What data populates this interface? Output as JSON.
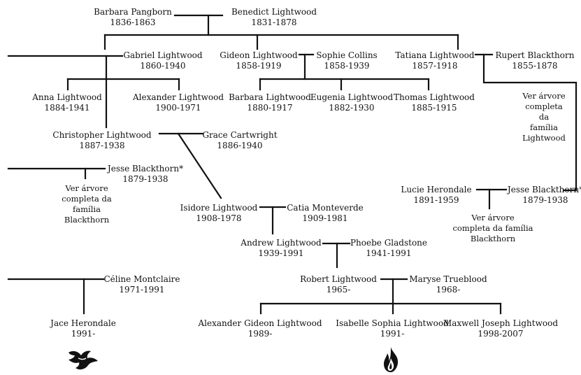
{
  "people": {
    "barbara_pangborn": {
      "name": "Barbara Pangborn",
      "dates": "1836-1863"
    },
    "benedict_lightwood": {
      "name": "Benedict Lightwood",
      "dates": "1831-1878"
    },
    "gabriel_lightwood": {
      "name": "Gabriel Lightwood",
      "dates": "1860-1940"
    },
    "gideon_lightwood": {
      "name": "Gideon Lightwood",
      "dates": "1858-1919"
    },
    "sophie_collins": {
      "name": "Sophie Collins",
      "dates": "1858-1939"
    },
    "tatiana_lightwood": {
      "name": "Tatiana Lightwood",
      "dates": "1857-1918"
    },
    "rupert_blackthorn": {
      "name": "Rupert Blackthorn",
      "dates": "1855-1878"
    },
    "anna_lightwood": {
      "name": "Anna Lightwood",
      "dates": "1884-1941"
    },
    "alexander_lightwood": {
      "name": "Alexander Lightwood",
      "dates": "1900-1971"
    },
    "barbara_lightwood": {
      "name": "Barbara Lightwood",
      "dates": "1880-1917"
    },
    "eugenia_lightwood": {
      "name": "Eugenia Lightwood",
      "dates": "1882-1930"
    },
    "thomas_lightwood": {
      "name": "Thomas Lightwood",
      "dates": "1885-1915"
    },
    "christopher_lightwood": {
      "name": "Christopher Lightwood",
      "dates": "1887-1938"
    },
    "grace_cartwright": {
      "name": "Grace Cartwright",
      "dates": "1886-1940"
    },
    "jesse_blackthorn_left": {
      "name": "Jesse Blackthorn*",
      "dates": "1879-1938"
    },
    "isidore_lightwood": {
      "name": "Isidore Lightwood",
      "dates": "1908-1978"
    },
    "catia_monteverde": {
      "name": "Catia Monteverde",
      "dates": "1909-1981"
    },
    "lucie_herondale": {
      "name": "Lucie Herondale",
      "dates": "1891-1959"
    },
    "jesse_blackthorn_right": {
      "name": "Jesse Blackthorn*",
      "dates": "1879-1938"
    },
    "andrew_lightwood": {
      "name": "Andrew Lightwood",
      "dates": "1939-1991"
    },
    "phoebe_gladstone": {
      "name": "Phoebe Gladstone",
      "dates": "1941-1991"
    },
    "celine_montclaire": {
      "name": "Céline Montclaire",
      "dates": "1971-1991"
    },
    "robert_lightwood": {
      "name": "Robert Lightwood",
      "dates": "1965-"
    },
    "maryse_trueblood": {
      "name": "Maryse Trueblood",
      "dates": "1968-"
    },
    "jace_herondale": {
      "name": "Jace Herondale",
      "dates": "1991-"
    },
    "alexander_gideon_lightwood": {
      "name": "Alexander Gideon Lightwood",
      "dates": "1989-"
    },
    "isabelle_sophia_lightwood": {
      "name": "Isabelle Sophia Lightwood",
      "dates": "1991-"
    },
    "maxwell_joseph_lightwood": {
      "name": "Maxwell Joseph Lightwood",
      "dates": "1998-2007"
    }
  },
  "notes": {
    "lightwood_tree_note": "Ver árvore\ncompleta da\nfamília\nLightwood",
    "blackthorn_tree_note_left": "Ver árvore\ncompleta da\nfamília\nBlackthorn",
    "blackthorn_tree_note_right": "Ver árvore\ncompleta da família\nBlackthorn"
  },
  "icons": {
    "herondale_emblem": "bird-icon",
    "lightwood_emblem": "flame-icon"
  }
}
